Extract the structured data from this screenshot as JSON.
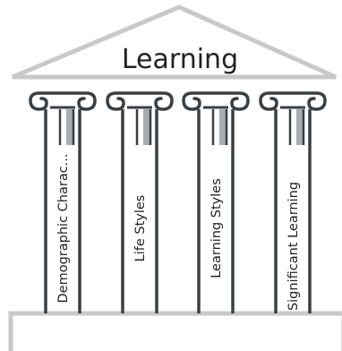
{
  "roof": {
    "title": "Learning"
  },
  "pillars": [
    {
      "label": "Demographic Charac..."
    },
    {
      "label": "Life Styles"
    },
    {
      "label": "Learning Styles"
    },
    {
      "label": "Significant Learning"
    }
  ],
  "colors": {
    "outline": "#c9c9c9",
    "pillar_stroke": "#3a3f44",
    "pillar_shadow": "#a9adb1",
    "text": "#222222",
    "fill": "#ffffff"
  }
}
